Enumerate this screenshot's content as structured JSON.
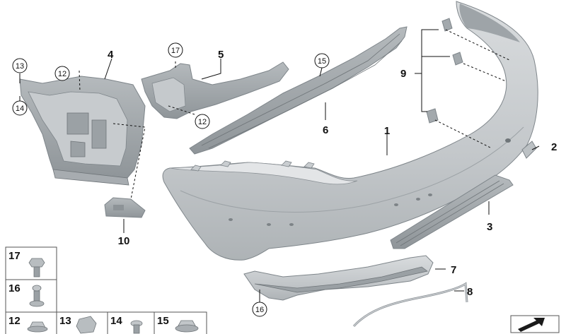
{
  "diagram": {
    "callouts": {
      "p1": "1",
      "p2": "2",
      "p3": "3",
      "p4": "4",
      "p5": "5",
      "p6": "6",
      "p7": "7",
      "p8": "8",
      "p9": "9",
      "p10": "10",
      "c12a": "12",
      "c12b": "12",
      "c13": "13",
      "c14": "14",
      "c15": "15",
      "c16": "16",
      "c17": "17"
    },
    "fastener_table": [
      {
        "key": "f17",
        "label": "17"
      },
      {
        "key": "f16",
        "label": "16"
      },
      {
        "key": "f12",
        "label": "12"
      },
      {
        "key": "f13",
        "label": "13"
      },
      {
        "key": "f14",
        "label": "14"
      },
      {
        "key": "f15",
        "label": "15"
      }
    ],
    "colors": {
      "part_fill": "#c9cdd0",
      "part_light": "#dcdfe1",
      "part_dark": "#a9aeb2",
      "line": "#111111"
    },
    "icons": [
      "orientation-arrow-icon"
    ]
  }
}
